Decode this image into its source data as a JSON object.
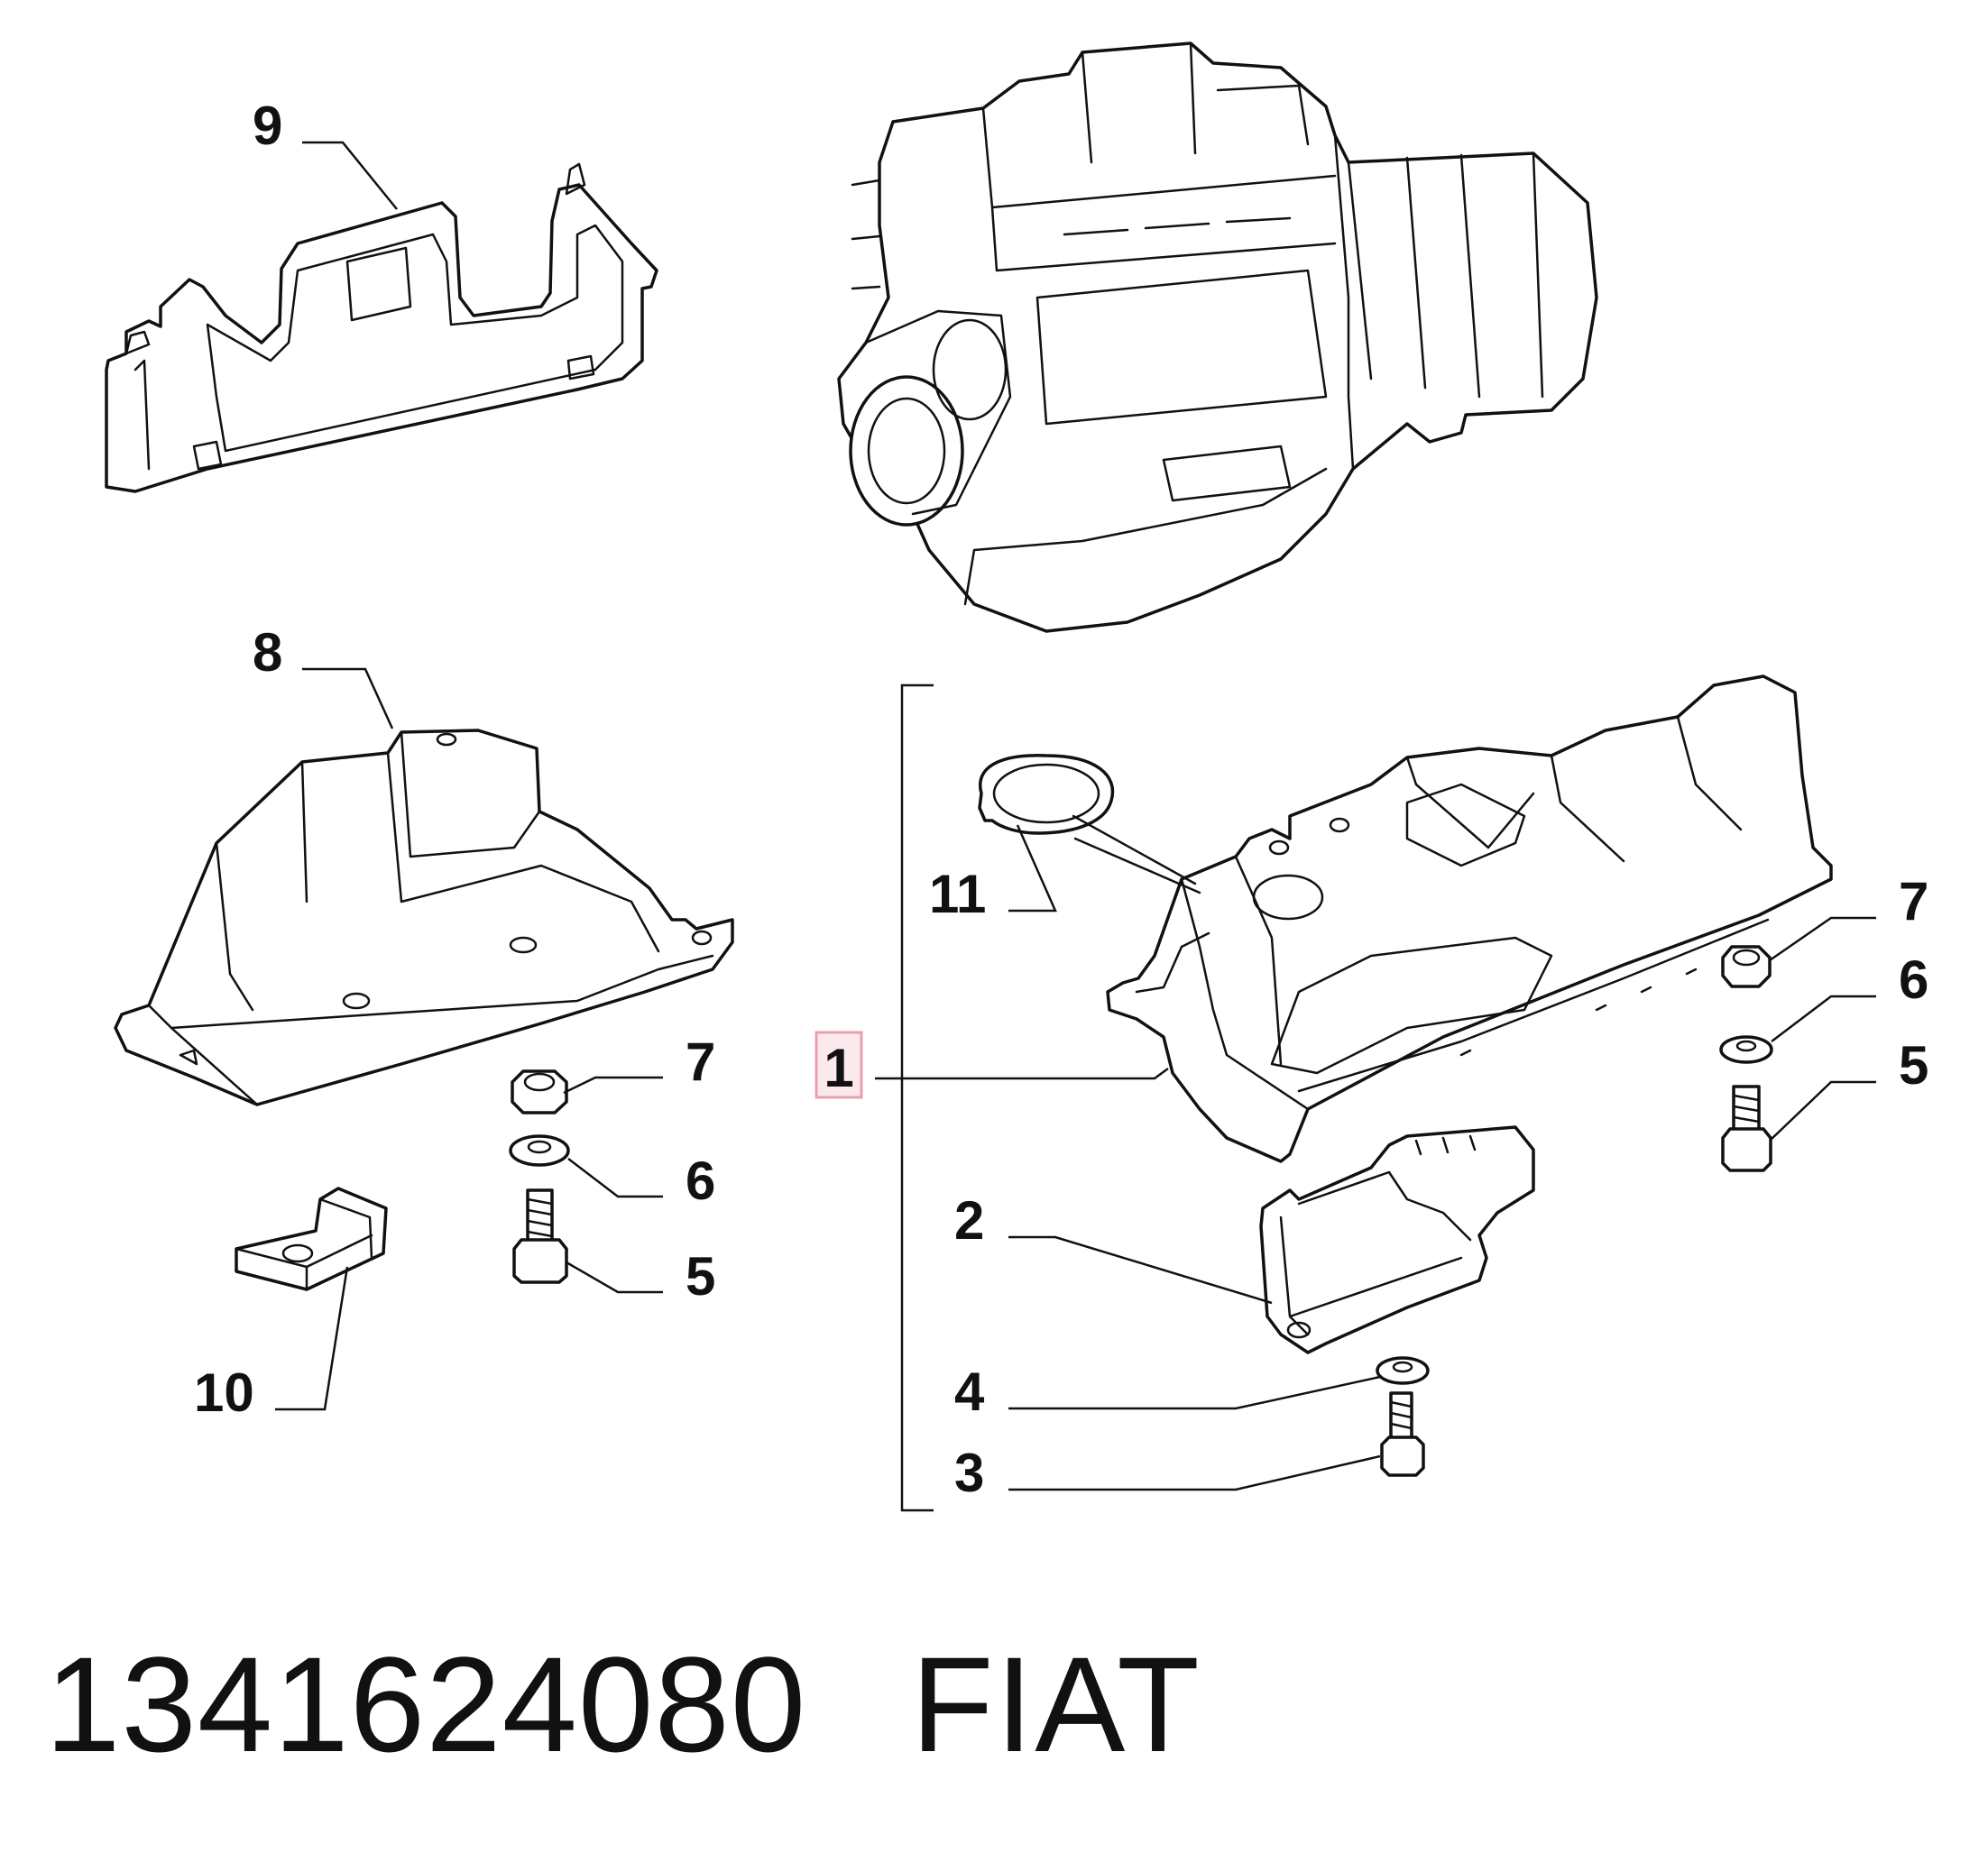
{
  "diagram": {
    "callouts": [
      {
        "id": "c9",
        "label": "9"
      },
      {
        "id": "c8",
        "label": "8"
      },
      {
        "id": "c11",
        "label": "11"
      },
      {
        "id": "c1",
        "label": "1"
      },
      {
        "id": "c7a",
        "label": "7"
      },
      {
        "id": "c6a",
        "label": "6"
      },
      {
        "id": "c5a",
        "label": "5"
      },
      {
        "id": "c10",
        "label": "10"
      },
      {
        "id": "c7b",
        "label": "7"
      },
      {
        "id": "c6b",
        "label": "6"
      },
      {
        "id": "c5b",
        "label": "5"
      },
      {
        "id": "c2",
        "label": "2"
      },
      {
        "id": "c4",
        "label": "4"
      },
      {
        "id": "c3",
        "label": "3"
      }
    ],
    "highlighted_callout": "1",
    "highlight_color": "#fbe9ee"
  },
  "footer": {
    "part_number": "1341624080",
    "brand": "FIAT"
  }
}
